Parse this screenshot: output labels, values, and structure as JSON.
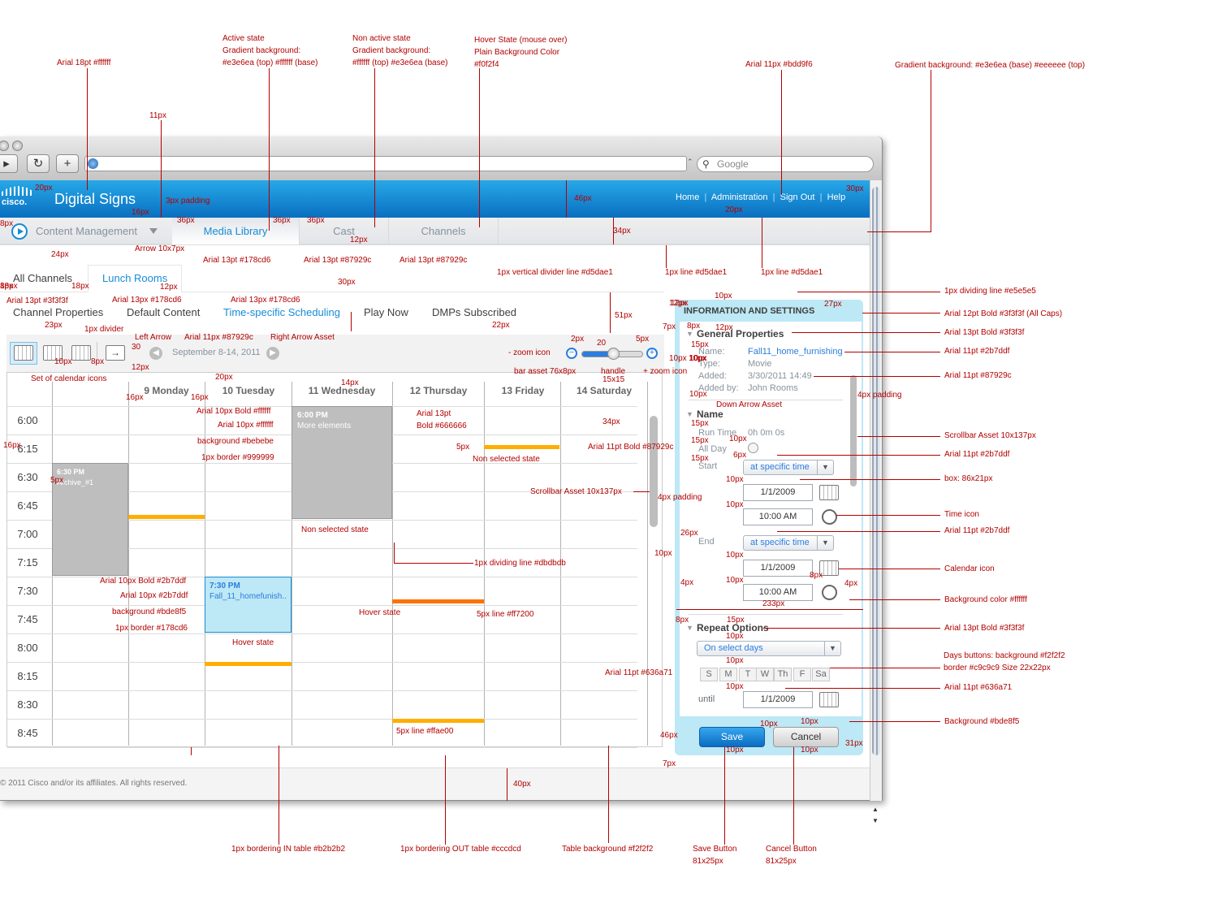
{
  "browser": {
    "search_placeholder": "Google"
  },
  "header": {
    "logo": "cisco.",
    "app_title": "Digital Signs",
    "nav": [
      "Home",
      "Administration",
      "Sign Out",
      "Help"
    ],
    "separator": "|"
  },
  "mainnav": {
    "tabs": [
      "Content Management",
      "Media Library",
      "Cast",
      "Channels"
    ]
  },
  "subnav": {
    "location_tabs": [
      "All Channels",
      "Lunch Rooms"
    ],
    "section_tabs": [
      "Channel Properties",
      "Default Content",
      "Time-specific Scheduling",
      "Play Now",
      "DMPs Subscribed"
    ]
  },
  "calendar": {
    "date_range": "September 8-14, 2011",
    "days": [
      "9 Monday",
      "10 Tuesday",
      "11 Wednesday",
      "12 Thursday",
      "13 Friday",
      "14 Saturday"
    ],
    "times": [
      "6:00",
      "6:15",
      "6:30",
      "6:45",
      "7:00",
      "7:15",
      "7:30",
      "7:45",
      "8:00",
      "8:15",
      "8:30",
      "8:45"
    ],
    "events": [
      {
        "time": "6:30 PM",
        "title": "Archive_#1"
      },
      {
        "time": "6:00 PM",
        "title": "More elements"
      },
      {
        "time": "7:30 PM",
        "title": "Fall_11_homefunish.."
      }
    ]
  },
  "info": {
    "title": "INFORMATION AND SETTINGS",
    "general_heading": "General Properties",
    "name_label": "Name:",
    "name_value": "Fall11_home_furnishing",
    "type_label": "Type:",
    "type_value": "Movie",
    "added_label": "Added:",
    "added_value": "3/30/2011   14:49",
    "addedby_label": "Added by:",
    "addedby_value": "John Rooms",
    "name_heading": "Name",
    "runtime_label": "Run Time",
    "runtime_value": "0h 0m 0s",
    "allday_label": "All Day",
    "start_label": "Start",
    "start_select": "at specific time",
    "start_date": "1/1/2009",
    "start_time": "10:00 AM",
    "end_label": "End",
    "end_select": "at specific time",
    "end_date": "1/1/2009",
    "end_time": "10:00 AM",
    "repeat_heading": "Repeat Options",
    "repeat_select": "On select days",
    "days": [
      "S",
      "M",
      "T",
      "W",
      "Th",
      "F",
      "Sa"
    ],
    "until_label": "until",
    "until_date": "1/1/2009",
    "save": "Save",
    "cancel": "Cancel"
  },
  "footer": {
    "copyright": "© 2011 Cisco and/or its affiliates. All rights reserved."
  },
  "annotations": [
    "Active state",
    "Gradient background:",
    "#e3e6ea (top) #ffffff (base)",
    "Non active state",
    "Gradient background:",
    "#ffffff (top) #e3e6ea (base)",
    "Hover State (mouse over)",
    "Plain Background Color",
    "#f0f2f4",
    "Arial 18pt #ffffff",
    "Arial 11px #bdd9f6",
    "Gradient background: #e3e6ea (base) #eeeeee (top)",
    "11px",
    "20px",
    "16px",
    "3px padding",
    "36px",
    "36px",
    "36px",
    "46px",
    "30px",
    "20px",
    "Arrow 10x7px",
    "12px",
    "34px",
    "8px",
    "Arial 13pt #178cd6",
    "Arial 13pt #87929c",
    "Arial 13pt #87929c",
    "1px vertical divider line #d5dae1",
    "1px line #d5dae1",
    "1px line #d5dae1",
    "24px",
    "18px",
    "18px",
    "12px",
    "8px",
    "Arial 13pt #3f3f3f",
    "Arial 13px #178cd6",
    "Arial 13px #178cd6",
    "30px",
    "12px",
    "10px",
    "1px dividing line #e5e5e5",
    "27px",
    "Arial 12pt Bold #3f3f3f (All Caps)",
    "23px",
    "22px",
    "51px",
    "7px",
    "8px",
    "12px",
    "Arial 13pt Bold #3f3f3f",
    "1px divider",
    "Left Arrow",
    "Arial 11px #87929c",
    "Right Arrow Asset",
    "2px",
    "5px",
    "20",
    "30",
    "- zoom icon",
    "10px",
    "+ zoom icon",
    "10px",
    "10px",
    "8px",
    "12px",
    "Set of calendar icons",
    "bar asset 76x8px",
    "handle",
    "15x15",
    "15px",
    "Arial 11pt #2b7ddf",
    "10px",
    "Arial 11pt #87929c",
    "12px",
    "20px",
    "14px",
    "16px",
    "16px",
    "10px",
    "4px padding",
    "Arial 10px Bold #ffffff",
    "Arial 10px #ffffff",
    "Arial 13pt",
    "Bold #666666",
    "34px",
    "Down Arrow Asset",
    "15px",
    "background #bebebe",
    "1px border #999999",
    "Scrollbar Asset 10x137px",
    "15px",
    "10px",
    "Arial 11pt #2b7ddf",
    "16px",
    "5px",
    "Arial 11pt Bold #87929c",
    "Non selected state",
    "6px",
    "15px",
    "5px",
    "10px",
    "box: 86x21px",
    "Scrollbar Asset 10x137px",
    "4px padding",
    "10px",
    "Time icon",
    "Non selected state",
    "26px",
    "10px",
    "Arial 11pt #2b7ddf",
    "10px",
    "1px dividing line #dbdbdb",
    "Calendar icon",
    "8px",
    "4px",
    "10px",
    "Arial 10px Bold #2b7ddf",
    "Arial 10px #2b7ddf",
    "background #bde8f5",
    "1px border #178cd6",
    "4px",
    "233px",
    "Background color #ffffff",
    "Hover state",
    "5px line #ff7200",
    "Hover state",
    "15px",
    "8px",
    "10px",
    "Arial 13pt Bold #3f3f3f",
    "Days buttons: background #f2f2f2",
    "border #c9c9c9  Size 22x22px",
    "10px",
    "Arial 11pt #636a71",
    "10px",
    "Arial 11pt #636a71",
    "10px",
    "10px",
    "Background #bde8f5",
    "5px line #ffae00",
    "46px",
    "31px",
    "10px",
    "10px",
    "7px",
    "40px",
    "1px bordering IN table #b2b2b2",
    "1px bordering OUT table #cccdcd",
    "Table background #f2f2f2",
    "Save Button",
    "81x25px",
    "Cancel Button",
    "81x25px"
  ]
}
